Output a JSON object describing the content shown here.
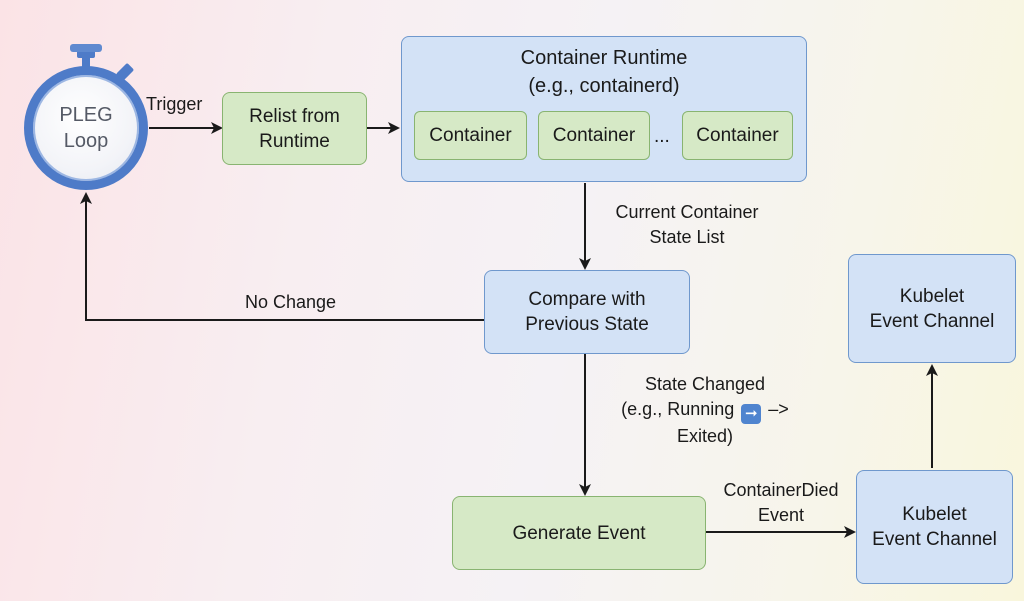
{
  "pleg": {
    "line1": "PLEG",
    "line2": "Loop"
  },
  "labels": {
    "trigger": "Trigger",
    "no_change": "No Change",
    "current_state_line1": "Current Container",
    "current_state_line2": "State List",
    "state_changed_line1": "State Changed",
    "state_changed_line2_pre": "(e.g., Running",
    "state_changed_line2_post": "–>",
    "state_changed_line3": "Exited)",
    "container_died_line1": "ContainerDied",
    "container_died_line2": "Event"
  },
  "boxes": {
    "relist": {
      "line1": "Relist from",
      "line2": "Runtime"
    },
    "runtime": {
      "title_line1": "Container Runtime",
      "title_line2": "(e.g., containerd)",
      "containers": [
        "Container",
        "Container",
        "Container"
      ],
      "ellipsis": "..."
    },
    "compare": {
      "line1": "Compare with",
      "line2": "Previous State"
    },
    "generate": {
      "label": "Generate Event"
    },
    "kubelet_top": {
      "line1": "Kubelet",
      "line2": "Event Channel"
    },
    "kubelet_bottom": {
      "line1": "Kubelet",
      "line2": "Event Channel"
    }
  },
  "colors": {
    "green_fill": "#d6e9c6",
    "blue_fill": "#d3e2f6",
    "stopwatch_ring": "#4e7bc8",
    "arrow": "#1a1a1a"
  },
  "icons": {
    "stopwatch": "stopwatch-icon",
    "right_arrow_emoji": "right-arrow-icon"
  }
}
